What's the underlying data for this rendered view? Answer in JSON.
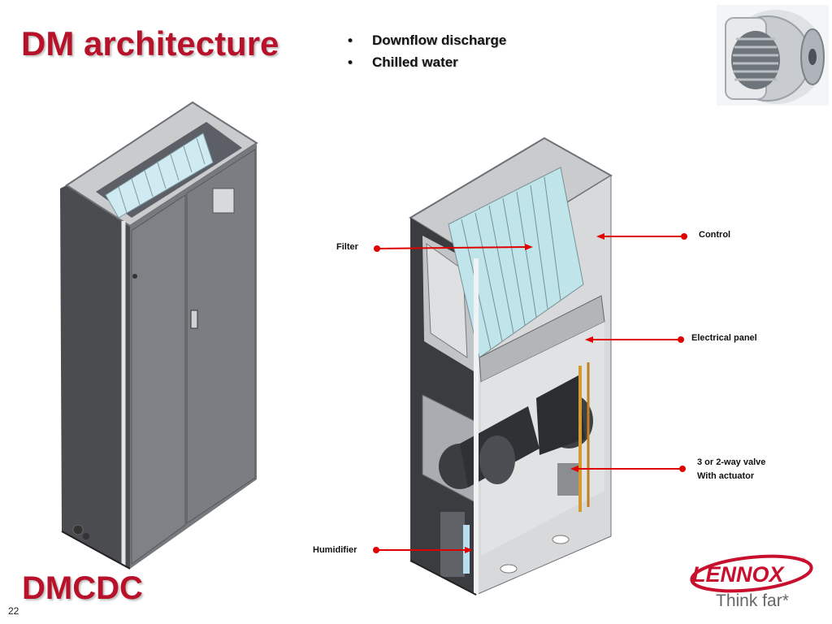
{
  "slide": {
    "title": "DM architecture",
    "bullets": [
      "Downflow discharge",
      "Chilled water"
    ],
    "model": "DMCDC",
    "page_number": "22"
  },
  "callouts": {
    "filter": "Filter",
    "control": "Control",
    "electrical_panel": "Electrical panel",
    "valve_line1": "3 or 2-way valve",
    "valve_line2": "With actuator",
    "humidifier": "Humidifier"
  },
  "logo": {
    "wordmark": "LENNOX",
    "tagline": "Think far*"
  },
  "colors": {
    "title_red": "#b8112a",
    "callout_red": "#e00000",
    "logo_red": "#c8102e"
  }
}
